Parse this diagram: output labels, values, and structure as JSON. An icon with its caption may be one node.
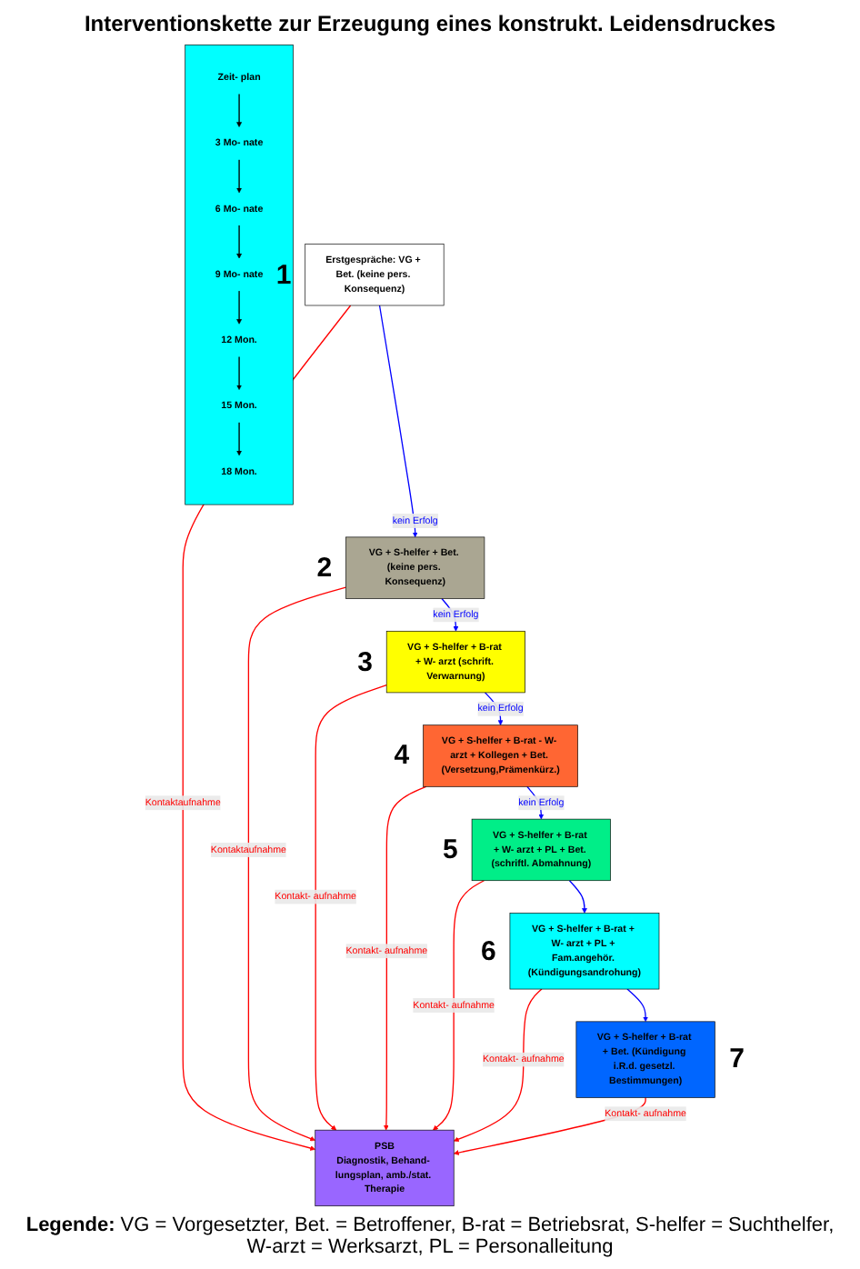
{
  "diagram": {
    "title": "Interventionskette zur Erzeugung eines konstrukt. Leidensdruckes",
    "nodes": [
      {
        "text": [],
        "shape": "bar"
      },
      {
        "text": [
          "Zeit- plan"
        ],
        "in": 0
      },
      {
        "text": [
          "3 Mo- nate"
        ],
        "in": 0
      },
      {
        "text": [
          "6 Mo- nate"
        ],
        "in": 0
      },
      {
        "text": [
          "9 Mo- nate"
        ],
        "in": 0
      },
      {
        "text": [
          "12 Mon."
        ],
        "in": 0
      },
      {
        "text": [
          "15 Mon."
        ],
        "in": 0
      },
      {
        "text": [
          "18 Mon."
        ],
        "in": 0
      },
      {
        "text": [
          "Erstgespräche: VG + Bet. (keine pers. Konsequenz)"
        ],
        "beside": [
          "1"
        ]
      },
      {
        "text": [
          "VG + S-helfer + Bet. (keine pers. Konsequenz)"
        ],
        "beside": [
          "2"
        ]
      },
      {
        "text": [
          "VG + S-helfer + B-rat + W- arzt (schrift. Verwarnung)"
        ],
        "beside": [
          "3"
        ]
      },
      {
        "text": [
          "VG + S-helfer + B-rat - W- arzt + Kollegen + Bet. (Versetzung,Prämenkürz.)"
        ],
        "beside": [
          "4"
        ]
      },
      {
        "text": [
          "VG + S-helfer + B-rat + W- arzt + PL + Bet. (schriftl. Abmahnung)"
        ],
        "beside": [
          "5"
        ]
      },
      {
        "text": [
          "VG + S-helfer + B-rat + W- arzt + PL + Fam.angehör. (Kündigungsandrohung)"
        ],
        "beside": [
          "6"
        ]
      },
      {
        "text": [
          "VG + S-helfer + B-rat + Bet. (Kündigung i.R.d. gesetzl. Bestimmungen)"
        ],
        "beside": [
          "7"
        ]
      },
      {
        "text": [
          "PSB",
          "Diagnostik, Behand- lungsplan, amb./stat. Therapie"
        ]
      }
    ],
    "edges": [
      {
        "from": 1,
        "to": 2,
        "arrow": "to",
        "color": "#000000"
      },
      {
        "from": 2,
        "to": 3,
        "arrow": "to",
        "color": "#000000"
      },
      {
        "from": 3,
        "to": 4,
        "arrow": "to",
        "color": "#000000"
      },
      {
        "from": 4,
        "to": 5,
        "arrow": "to",
        "color": "#000000"
      },
      {
        "from": 5,
        "to": 6,
        "arrow": "to",
        "color": "#000000"
      },
      {
        "from": 6,
        "to": 7,
        "arrow": "to",
        "color": "#000000"
      },
      {
        "from": 8,
        "to": 9,
        "arrow": "to",
        "label": "kein Erfolg",
        "color": "#0000ff"
      },
      {
        "from": 9,
        "to": 10,
        "arrow": "to",
        "label": "kein Erfolg",
        "color": "#0000ff"
      },
      {
        "from": 10,
        "to": 11,
        "arrow": "to",
        "label": "kein Erfolg",
        "color": "#0000ff"
      },
      {
        "from": 11,
        "to": 12,
        "arrow": "to",
        "label": "kein Erfolg",
        "color": "#0000ff"
      },
      {
        "from": 12,
        "to": 13,
        "arrow": "to",
        "color": "#0000ff"
      },
      {
        "from": 13,
        "to": 14,
        "arrow": "to",
        "color": "#0000ff"
      },
      {
        "from": 8,
        "to": 15,
        "arrow": "to",
        "label": "Kontaktaufnahme",
        "color": "#ff0000"
      },
      {
        "from": 9,
        "to": 15,
        "arrow": "to",
        "label": "Kontaktaufnahme",
        "color": "#ff0000"
      },
      {
        "from": 10,
        "to": 15,
        "arrow": "to",
        "label": "Kontakt- aufnahme",
        "color": "#ff0000"
      },
      {
        "from": 11,
        "to": 15,
        "arrow": "to",
        "label": "Kontakt- aufnahme",
        "color": "#ff0000"
      },
      {
        "from": 12,
        "to": 15,
        "arrow": "to",
        "label": "Kontakt- aufnahme",
        "color": "#ff0000"
      },
      {
        "from": 13,
        "to": 15,
        "arrow": "to",
        "label": "Kontakt- aufnahme",
        "color": "#ff0000"
      },
      {
        "from": 14,
        "to": 15,
        "arrow": "to",
        "label": "Kontakt- aufnahme",
        "color": "#ff0000"
      }
    ],
    "labels": [
      "Legende:",
      "VG = Vorgesetzter, Bet. = Betroffener, B-rat = Betriebsrat, S-helfer = Suchthelfer, W-arzt = Werksarzt, PL = Personalleitung"
    ]
  }
}
